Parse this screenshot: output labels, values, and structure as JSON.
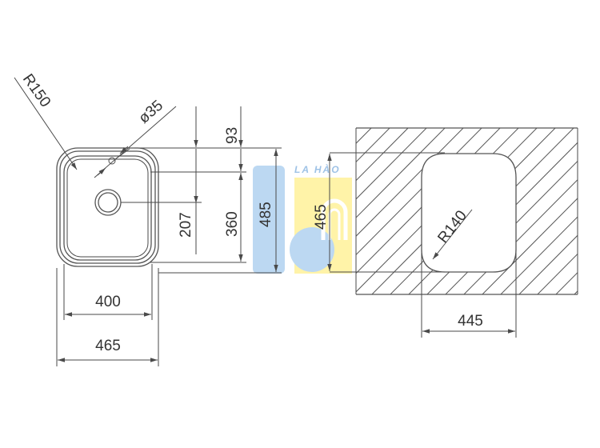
{
  "colors": {
    "line": "#4a4a4a",
    "text": "#333333",
    "watermark_blue": "#bcd8f2",
    "watermark_yellow": "#fff3a8",
    "watermark_text": "#9ec2e6"
  },
  "watermark": {
    "text": "LA HÀO"
  },
  "top_view": {
    "corner_radius_label": "R150",
    "drain_diameter_label": "ø35",
    "inner_width_label": "400",
    "outer_width_label": "465",
    "drain_offset_label": "207",
    "top_offset_label": "93",
    "inner_depth_label": "360",
    "outer_depth_label": "485"
  },
  "cutout_view": {
    "height_label": "465",
    "corner_radius_label": "R140",
    "width_label": "445"
  }
}
